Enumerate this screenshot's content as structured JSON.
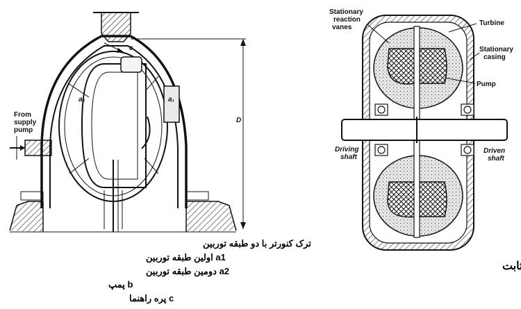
{
  "left_figure": {
    "labels": {
      "supply_pump": [
        "From",
        "supply",
        "pump"
      ],
      "c": "c",
      "a2": "a₂",
      "a1": "a₁",
      "D": "D"
    },
    "caption_lines": [
      "ترک کنورتر با دو طبقه توربین",
      "a1 اولین طبقه توربین",
      "a2 دومین طبقه توربین",
      "b پمپ",
      "c پره راهنما"
    ]
  },
  "right_figure": {
    "labels": {
      "stationary_vanes": [
        "Stationary",
        "reaction",
        "vanes"
      ],
      "turbine": "Turbine",
      "stationary_casing": [
        "Stationary",
        "casing"
      ],
      "pump": "Pump",
      "driving_shaft": [
        "Driving",
        "shaft"
      ],
      "driven_shaft": [
        "Driven",
        "shaft"
      ]
    },
    "caption": "تورکانوتور با یک استاتور ثابت"
  }
}
